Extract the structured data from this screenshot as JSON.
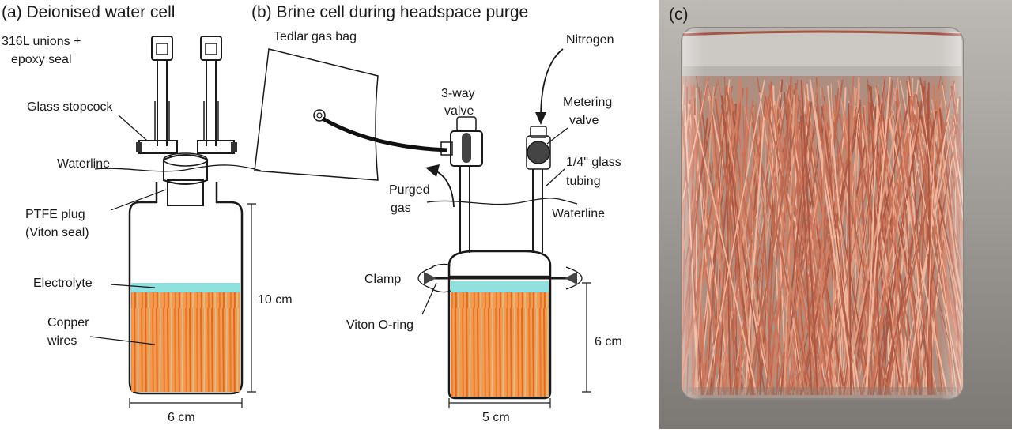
{
  "panel_a": {
    "title": "(a) Deionised water cell",
    "unions": [
      "316L unions +",
      "epoxy seal"
    ],
    "stopcock": "Glass stopcock",
    "waterline": "Waterline",
    "plug": [
      "PTFE plug",
      "(Viton seal)"
    ],
    "electrolyte": "Electrolyte",
    "copper": [
      "Copper",
      "wires"
    ],
    "height": "10 cm",
    "width": "6 cm"
  },
  "panel_b": {
    "title": "(b) Brine cell during headspace purge",
    "gas_bag": "Tedlar gas bag",
    "nitrogen": "Nitrogen",
    "valve3": [
      "3-way",
      "valve"
    ],
    "metering": [
      "Metering",
      "valve"
    ],
    "tubing": [
      "1/4\" glass",
      "tubing"
    ],
    "purged": [
      "Purged",
      "gas"
    ],
    "waterline": "Waterline",
    "clamp": "Clamp",
    "oring": "Viton O-ring",
    "height": "6 cm",
    "width": "5 cm"
  },
  "panel_c": {
    "title": "(c)"
  },
  "colors": {
    "electrolyte": "#8fe0de",
    "copper": "#f08a3e",
    "copper_photo": "#c96a4d",
    "photo_bg": "#9c9893"
  }
}
